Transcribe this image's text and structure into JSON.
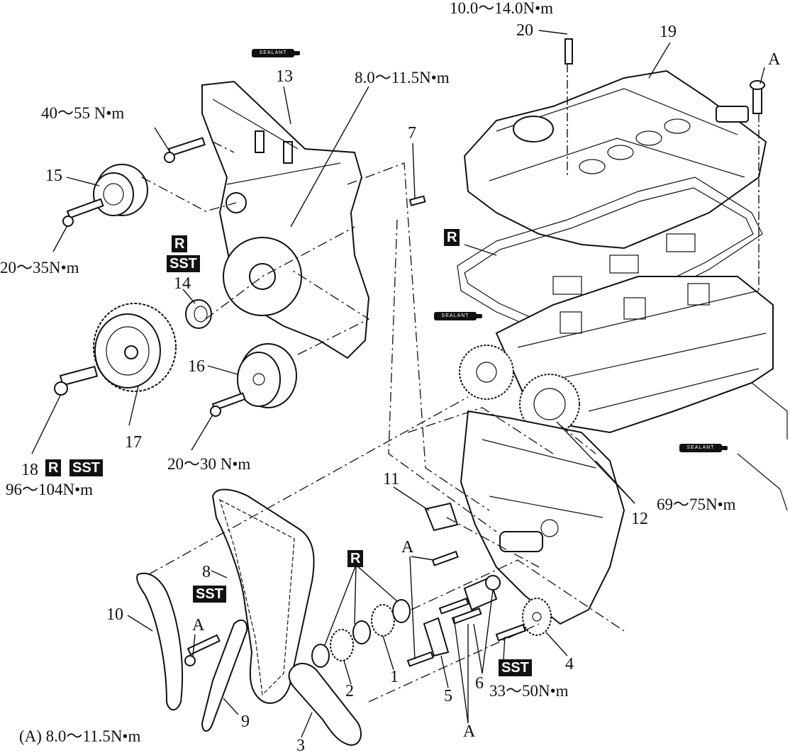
{
  "labels": {
    "p1": "1",
    "p2": "2",
    "p3": "3",
    "p4": "4",
    "p5": "5",
    "p6": "6",
    "p7": "7",
    "p8": "8",
    "p9": "9",
    "p10": "10",
    "p11": "11",
    "p12": "12",
    "p13": "13",
    "p14": "14",
    "p15": "15",
    "p16": "16",
    "p17": "17",
    "p18": "18",
    "p19": "19",
    "p20": "20",
    "a_top": "A",
    "a_mid": "A",
    "a_left": "A",
    "a_bottom": "A"
  },
  "torques": {
    "t20": "10.0～14.0N•m",
    "t_cover": "8.0～11.5N•m",
    "t40": "40～55 N•m",
    "t15": "20～35N•m",
    "t16": "20～30 N•m",
    "t18": "96～104N•m",
    "t12": "69～75N•m",
    "t4": "33～50N•m",
    "t_a": "(A) 8.0～11.5N•m"
  },
  "badges": {
    "r": "R",
    "sst": "SST"
  },
  "sealant_text": "SEALANT"
}
